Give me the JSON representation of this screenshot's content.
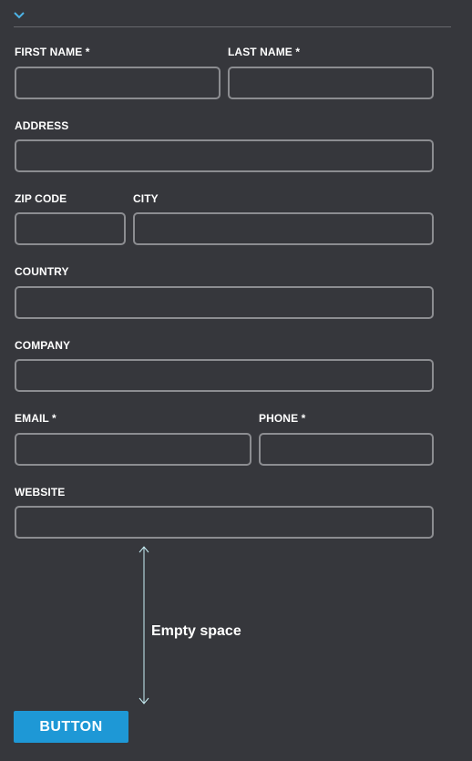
{
  "header": {
    "collapse_icon": "chevron-down-icon",
    "accent_color": "#4db3e6"
  },
  "form": {
    "first_name": {
      "label": "FIRST NAME *",
      "value": ""
    },
    "last_name": {
      "label": "LAST NAME *",
      "value": ""
    },
    "address": {
      "label": "ADDRESS",
      "value": ""
    },
    "zip_code": {
      "label": "ZIP CODE",
      "value": ""
    },
    "city": {
      "label": "CITY",
      "value": ""
    },
    "country": {
      "label": "COUNTRY",
      "value": ""
    },
    "company": {
      "label": "COMPANY",
      "value": ""
    },
    "email": {
      "label": "EMAIL *",
      "value": ""
    },
    "phone": {
      "label": "PHONE *",
      "value": ""
    },
    "website": {
      "label": "WEBSITE",
      "value": ""
    }
  },
  "annotation": {
    "text": "Empty space",
    "icon": "double-arrow-vertical-icon",
    "color": "#c9f0f7"
  },
  "button": {
    "label": "BUTTON",
    "color": "#1e98d6"
  }
}
